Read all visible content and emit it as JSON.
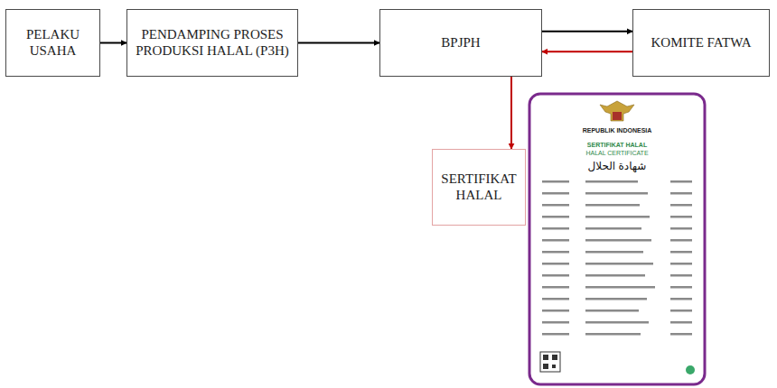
{
  "diagram": {
    "nodes": [
      {
        "text": [
          "PELAKU USAHA"
        ]
      },
      {
        "text": [
          "PENDAMPING PROSES PRODUKSI HALAL (P3H)"
        ]
      },
      {
        "text": [
          "BPJPH"
        ]
      },
      {
        "text": [
          "KOMITE FATWA"
        ]
      },
      {
        "text": [
          "SERTIFIKAT HALAL"
        ]
      }
    ],
    "edges": [
      {
        "from": 0,
        "to": 1,
        "arrow": "to"
      },
      {
        "from": 1,
        "to": 2,
        "arrow": "to"
      },
      {
        "from": 2,
        "to": 3,
        "arrow": "to"
      },
      {
        "from": 3,
        "to": 2,
        "arrow": "to"
      },
      {
        "from": 2,
        "to": 4,
        "arrow": "to"
      }
    ],
    "labels": [
      "REPUBLIK INDONESIA",
      "SERTIFIKAT HALAL",
      "HALAL CERTIFICATE",
      "شهادة الحلال"
    ]
  }
}
